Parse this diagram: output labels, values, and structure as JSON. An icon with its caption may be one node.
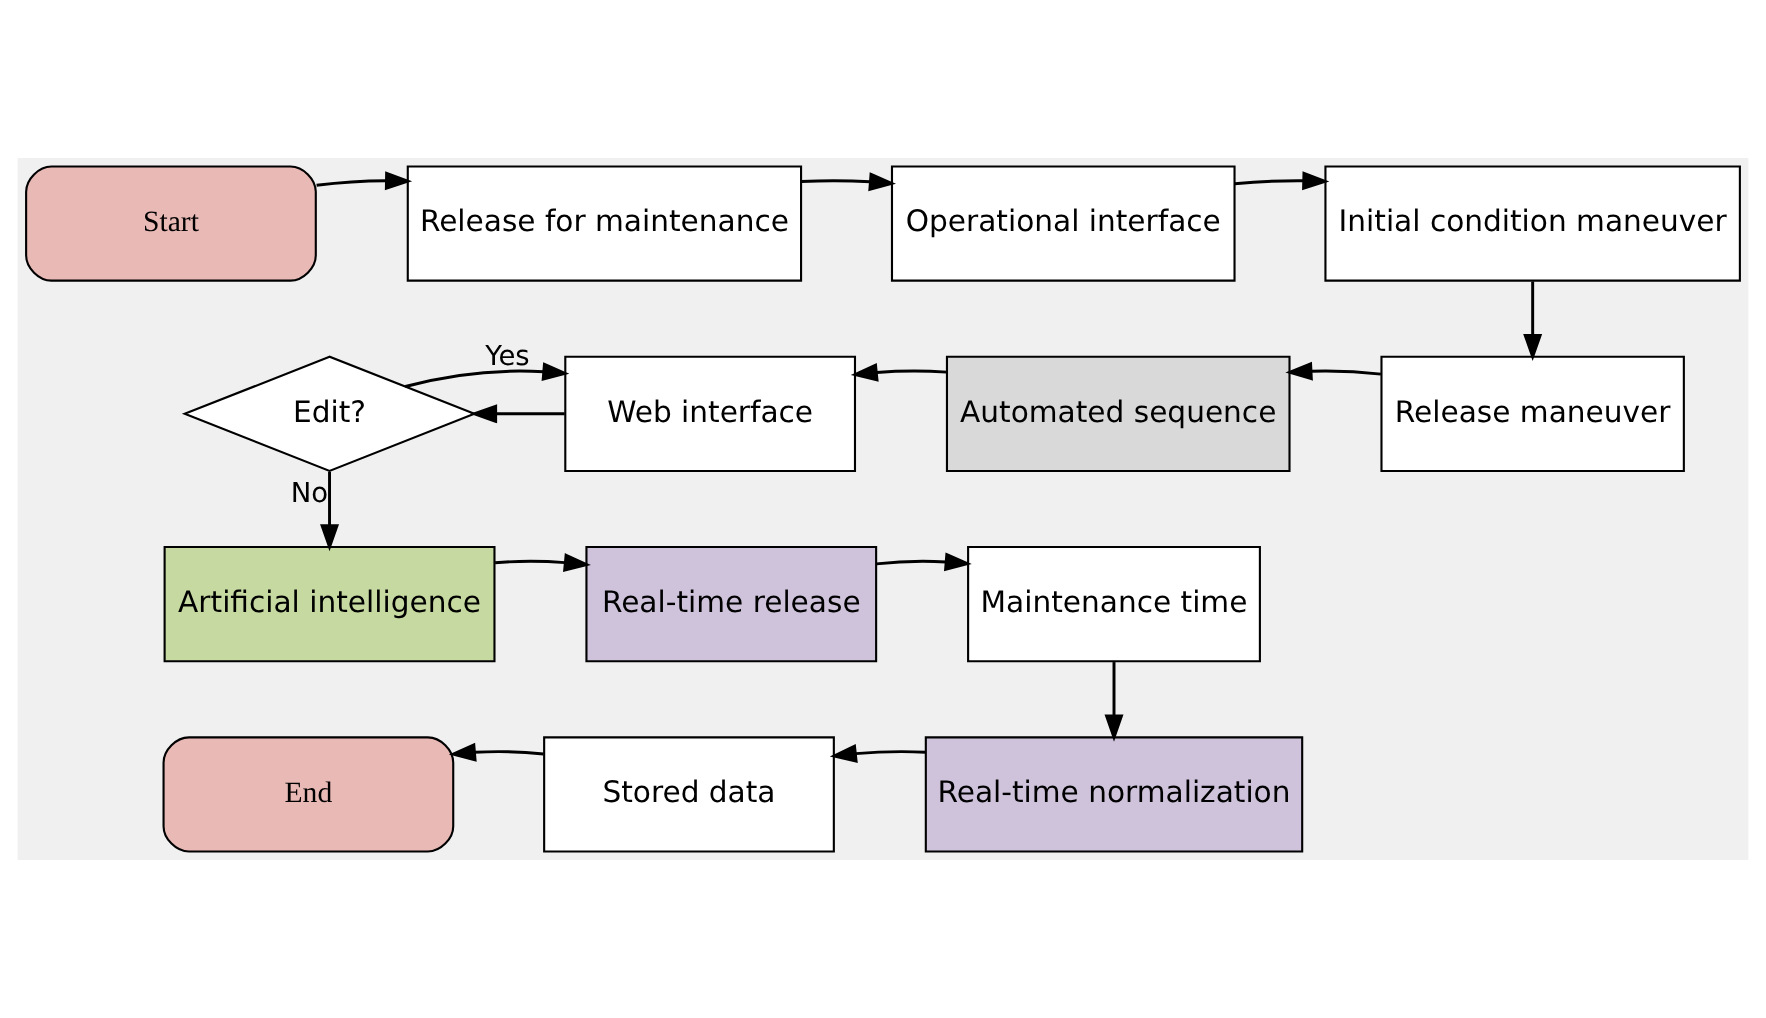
{
  "diagram": {
    "nodes": [
      {
        "text": [
          "Start"
        ]
      },
      {
        "text": [
          "Release for maintenance"
        ]
      },
      {
        "text": [
          "Operational interface"
        ]
      },
      {
        "text": [
          "Initial condition maneuver"
        ]
      },
      {
        "text": [
          "Release maneuver"
        ]
      },
      {
        "text": [
          "Automated sequence"
        ]
      },
      {
        "text": [
          "Web interface"
        ]
      },
      {
        "text": [
          "Edit?"
        ]
      },
      {
        "text": [
          "Artificial intelligence"
        ]
      },
      {
        "text": [
          "Real-time release"
        ]
      },
      {
        "text": [
          "Maintenance time"
        ]
      },
      {
        "text": [
          "Real-time normalization"
        ]
      },
      {
        "text": [
          "Stored data"
        ]
      },
      {
        "text": [
          "End"
        ]
      }
    ],
    "edges": [
      {
        "from": 0,
        "to": 1,
        "arrow": "to"
      },
      {
        "from": 1,
        "to": 2,
        "arrow": "to"
      },
      {
        "from": 2,
        "to": 3,
        "arrow": "to"
      },
      {
        "from": 3,
        "to": 4,
        "arrow": "to"
      },
      {
        "from": 4,
        "to": 5,
        "arrow": "to"
      },
      {
        "from": 5,
        "to": 6,
        "arrow": "to"
      },
      {
        "from": 6,
        "to": 7,
        "arrow": "to"
      },
      {
        "from": 7,
        "to": 6,
        "arrow": "to",
        "label": "Yes"
      },
      {
        "from": 7,
        "to": 8,
        "arrow": "to",
        "label": "No"
      },
      {
        "from": 8,
        "to": 9,
        "arrow": "to"
      },
      {
        "from": 9,
        "to": 10,
        "arrow": "to"
      },
      {
        "from": 10,
        "to": 11,
        "arrow": "to"
      },
      {
        "from": 11,
        "to": 12,
        "arrow": "to"
      },
      {
        "from": 12,
        "to": 13,
        "arrow": "to"
      }
    ]
  }
}
